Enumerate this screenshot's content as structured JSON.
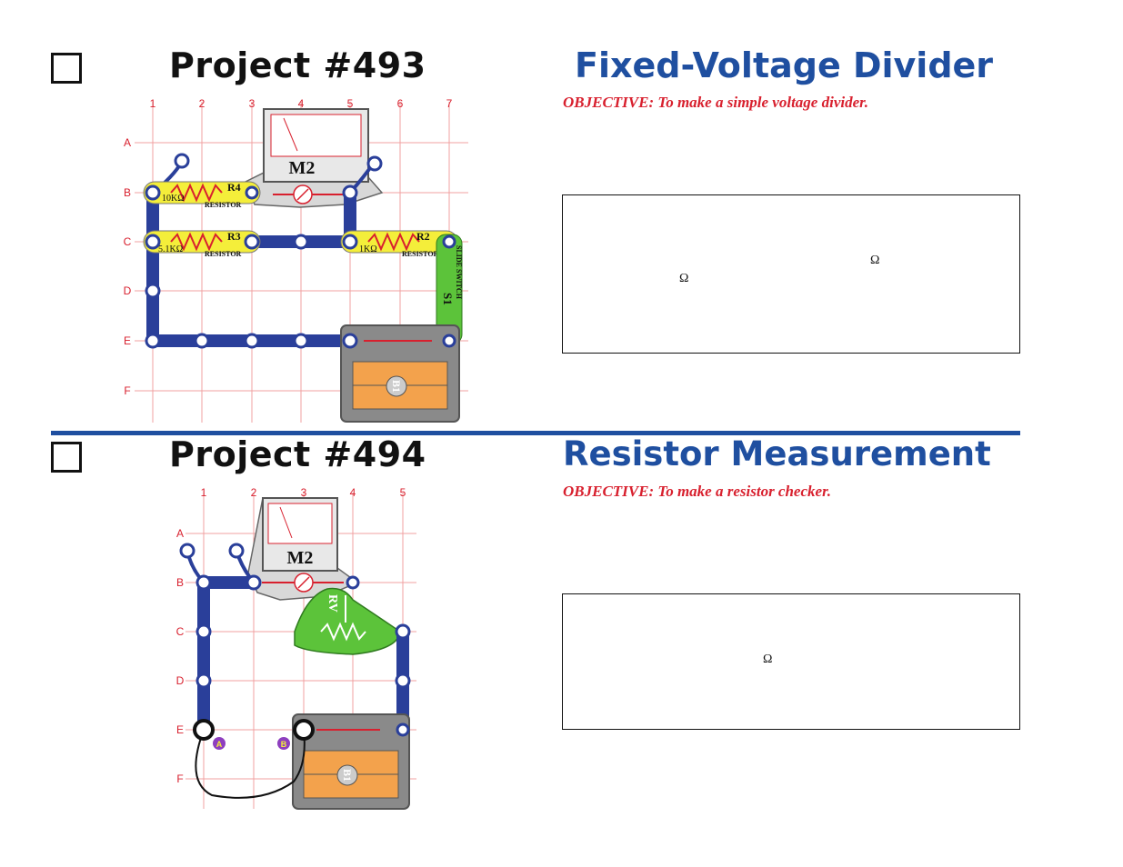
{
  "project493": {
    "number_title": "Project #493",
    "title": "Fixed-Voltage Divider",
    "objective": "OBJECTIVE:  To make a simple voltage divider.",
    "note_symbols": [
      "Ω",
      "Ω"
    ],
    "grid": {
      "cols": [
        "1",
        "2",
        "3",
        "4",
        "5",
        "6",
        "7"
      ],
      "rows": [
        "A",
        "B",
        "C",
        "D",
        "E",
        "F"
      ]
    },
    "parts": {
      "meter": "M2",
      "r4": "R4",
      "r4_value": "10KΩ",
      "r3": "R3",
      "r3_value": "5.1KΩ",
      "r2": "R2",
      "r2_value": "1KΩ",
      "resistor_word": "RESISTOR",
      "switch_id": "S1",
      "switch_name": "SLIDE SWITCH",
      "battery": "B1"
    }
  },
  "project494": {
    "number_title": "Project #494",
    "title": "Resistor Measurement",
    "objective": "OBJECTIVE:  To make a resistor checker.",
    "note_symbols": [
      "Ω"
    ],
    "grid": {
      "cols": [
        "1",
        "2",
        "3",
        "4",
        "5"
      ],
      "rows": [
        "A",
        "B",
        "C",
        "D",
        "E",
        "F"
      ]
    },
    "parts": {
      "meter": "M2",
      "rv": "RV",
      "battery": "B1",
      "probe_a": "A",
      "probe_b": "B"
    }
  },
  "colors": {
    "accent_blue": "#1f4fa0",
    "objective_red": "#d8202e",
    "snap_blue": "#2a3f9a",
    "resistor_yellow": "#f4ee3a",
    "switch_green": "#5cc33a",
    "grid_red": "#f0a0a0"
  }
}
